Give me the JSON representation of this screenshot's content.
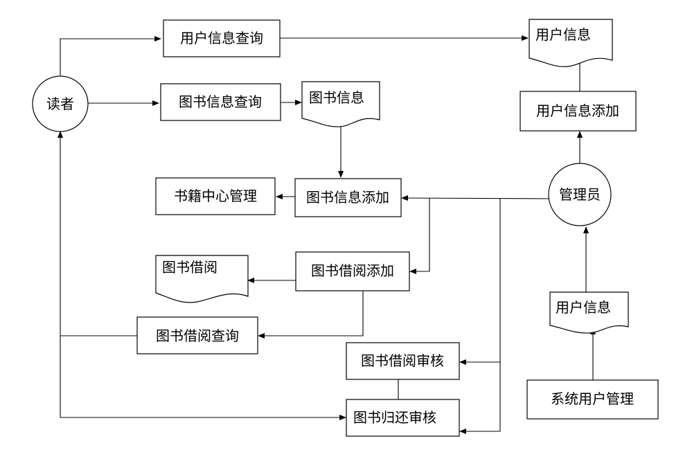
{
  "nodes": {
    "reader": "读者",
    "admin": "管理员",
    "user_info_query": "用户信息查询",
    "user_info_doc_top": "用户信息",
    "book_info_query": "图书信息查询",
    "book_info_doc": "图书信息",
    "user_info_add": "用户信息添加",
    "book_center_mgmt": "书籍中心管理",
    "book_info_add": "图书信息添加",
    "borrow_doc": "图书借阅",
    "borrow_add": "图书借阅添加",
    "borrow_query": "图书借阅查询",
    "user_info_doc_bottom": "用户信息",
    "borrow_review": "图书借阅审核",
    "return_review": "图书归还审核",
    "sys_user_mgmt": "系统用户管理"
  }
}
